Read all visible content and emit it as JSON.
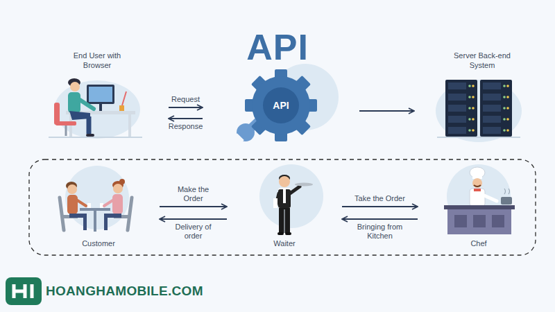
{
  "diagram": {
    "title": "API",
    "nodes": [
      {
        "text": [
          "End User with Browser"
        ]
      },
      {
        "text": [
          "API"
        ]
      },
      {
        "text": [
          "Server Back-end System"
        ]
      },
      {
        "text": [
          "Customer"
        ]
      },
      {
        "text": [
          "Waiter"
        ]
      },
      {
        "text": [
          "Chef"
        ]
      }
    ],
    "edges": [
      {
        "from": 0,
        "to": 1,
        "label": "Request",
        "arrow": "to"
      },
      {
        "from": 1,
        "to": 0,
        "label": "Response",
        "arrow": "to"
      },
      {
        "from": 1,
        "to": 2,
        "arrow": "to"
      },
      {
        "from": 3,
        "to": 4,
        "label": "Make the Order",
        "arrow": "to"
      },
      {
        "from": 4,
        "to": 3,
        "label": "Delivery of order",
        "arrow": "to"
      },
      {
        "from": 4,
        "to": 5,
        "label": "Take the Order",
        "arrow": "to"
      },
      {
        "from": 5,
        "to": 4,
        "label": "Bringing from Kitchen",
        "arrow": "to"
      }
    ],
    "labels": [
      "HOANGHAMOBILE.COM"
    ]
  }
}
